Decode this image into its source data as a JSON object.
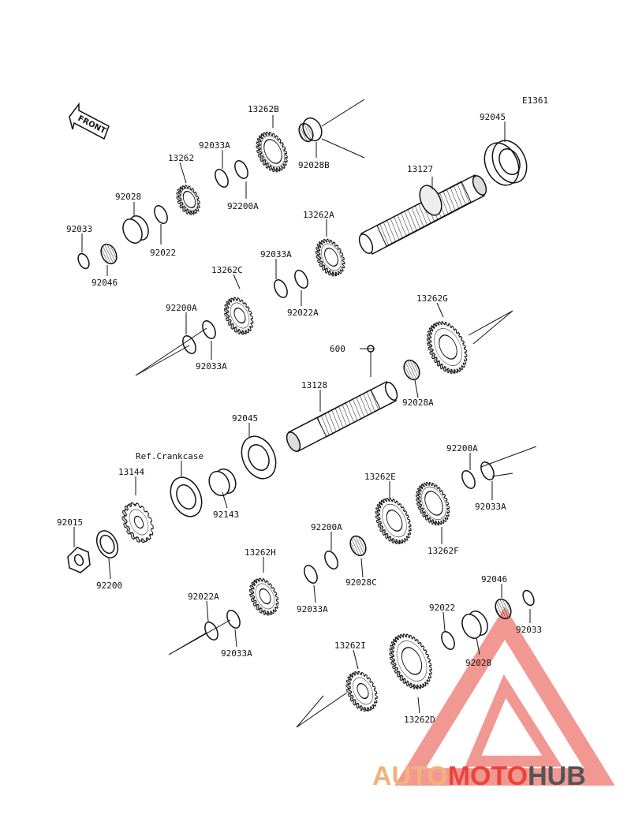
{
  "diagram": {
    "code": "E1361",
    "front_label": "FRONT",
    "ref_label": "Ref.Crankcase",
    "parts": {
      "p13262B": "13262B",
      "p92028B": "92028B",
      "p92033A_1": "92033A",
      "p13262": "13262",
      "p92200A_1": "92200A",
      "p92028": "92028",
      "p92033_1": "92033",
      "p92022_1": "92022",
      "p92046_1": "92046",
      "p92045_1": "92045",
      "p13127": "13127",
      "p13262A": "13262A",
      "p92033A_2": "92033A",
      "p13262C": "13262C",
      "p92022A_1": "92022A",
      "p92200A_2": "92200A",
      "p92033A_3": "92033A",
      "p13262G": "13262G",
      "p600": "600",
      "p13128": "13128",
      "p92028A": "92028A",
      "p92045_2": "92045",
      "p13144": "13144",
      "p92143": "92143",
      "p92200A_3": "92200A",
      "p92033A_4": "92033A",
      "p13262E": "13262E",
      "p13262F": "13262F",
      "p92015": "92015",
      "p92200": "92200",
      "p92200A_4": "92200A",
      "p13262H": "13262H",
      "p92028C": "92028C",
      "p92033A_5": "92033A",
      "p92022A_2": "92022A",
      "p92033A_6": "92033A",
      "p92046_2": "92046",
      "p92022_2": "92022",
      "p92033_2": "92033",
      "p92028_2": "92028",
      "p13262I": "13262I",
      "p13262D": "13262D"
    }
  },
  "watermark": {
    "part1": "AUTO",
    "part2": "MOTO",
    "part3": "HUB",
    "color1": "#f2b27a",
    "color2": "#e8453c",
    "color3": "#555555",
    "logo_color": "#e8453c"
  }
}
